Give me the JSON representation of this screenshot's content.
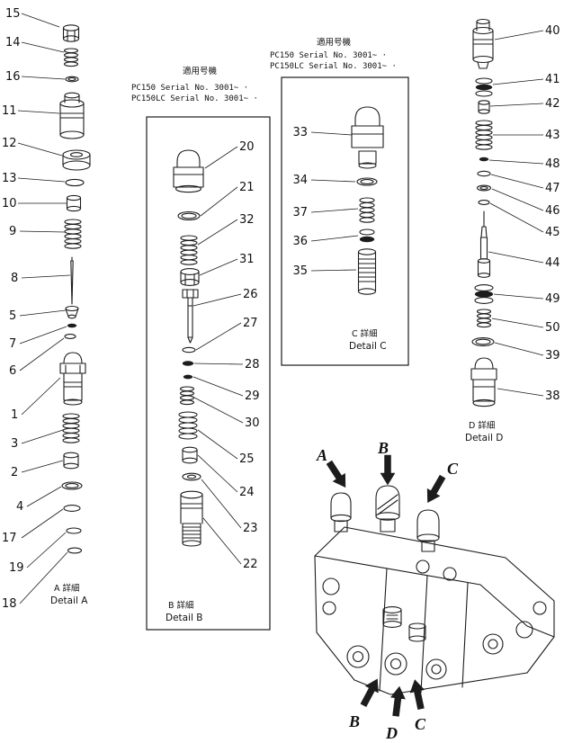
{
  "colors": {
    "ink": "#1c1c1c",
    "bg": "#ffffff"
  },
  "detail_a": {
    "callouts": [
      "15",
      "14",
      "16",
      "11",
      "12",
      "13",
      "10",
      "9",
      "8",
      "5",
      "7",
      "6",
      "1",
      "3",
      "2",
      "4",
      "17",
      "19",
      "18"
    ],
    "label_jp": "A 詳細",
    "label_en": "Detail A"
  },
  "detail_b": {
    "note_jp": "適用号機",
    "line1": "PC150    Serial  No. 3001~ ·",
    "line2": "PC150LC  Serial  No. 3001~ ·",
    "callouts": [
      "20",
      "21",
      "32",
      "31",
      "26",
      "27",
      "28",
      "29",
      "30",
      "25",
      "24",
      "23",
      "22"
    ],
    "label_jp": "B 詳細",
    "label_en": "Detail B"
  },
  "detail_c": {
    "note_jp": "適用号機",
    "line1": "PC150    Serial  No. 3001~ ·",
    "line2": "PC150LC  Serial  No. 3001~ ·",
    "callouts": [
      "33",
      "34",
      "37",
      "36",
      "35"
    ],
    "label_jp": "C 詳細",
    "label_en": "Detail C"
  },
  "detail_d": {
    "callouts": [
      "40",
      "41",
      "42",
      "43",
      "48",
      "47",
      "46",
      "45",
      "44",
      "49",
      "50",
      "39",
      "38"
    ],
    "label_jp": "D 詳細",
    "label_en": "Detail D"
  },
  "assembly": {
    "top": [
      "A",
      "B",
      "C"
    ],
    "bottom": [
      "B",
      "D",
      "C"
    ]
  }
}
